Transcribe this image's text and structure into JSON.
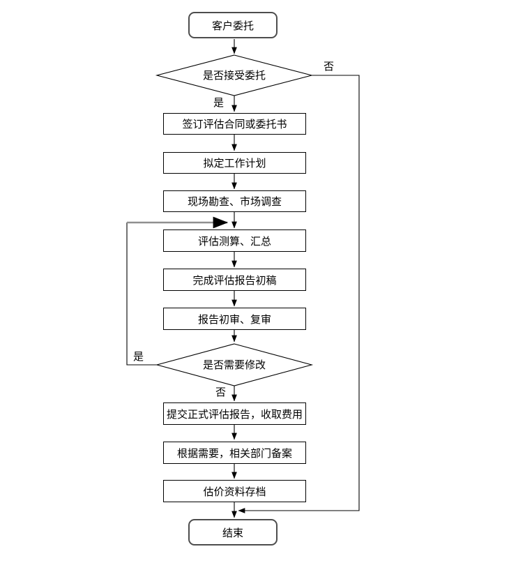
{
  "flowchart": {
    "nodes": {
      "start": "客户委托",
      "decision_accept": "是否接受委托",
      "sign_contract": "签订评估合同或委托书",
      "work_plan": "拟定工作计划",
      "site_survey": "现场勘查、市场调查",
      "assess_calc": "评估测算、汇总",
      "draft_report": "完成评估报告初稿",
      "report_review": "报告初审、复审",
      "decision_revise": "是否需要修改",
      "submit_report": "提交正式评估报告，收取费用",
      "filing": "根据需要，相关部门备案",
      "archive": "估价资料存档",
      "end": "结束"
    },
    "edge_labels": {
      "accept_no": "否",
      "accept_yes": "是",
      "revise_yes": "是",
      "revise_no": "否"
    }
  },
  "colors": {
    "line": "#000000",
    "loop_line": "#8f8f8f",
    "box_border": "#000000",
    "terminal_border": "#4d4d4d",
    "text": "#000000",
    "background": "#ffffff"
  }
}
